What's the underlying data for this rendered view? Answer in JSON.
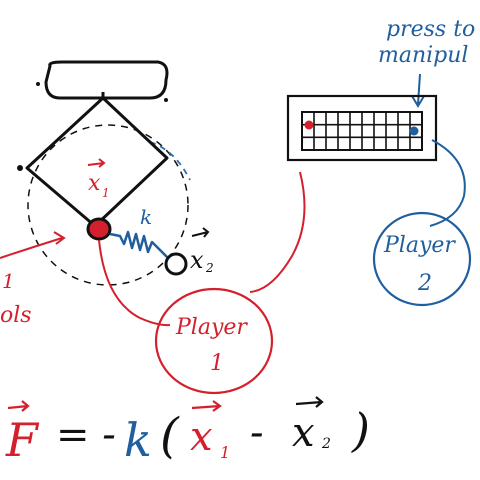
{
  "colors": {
    "ink": "#111111",
    "red": "#d4202c",
    "blue": "#1f5f9e",
    "dashed_blue": "#2a6fb0"
  },
  "labels": {
    "press_line1": "press to",
    "press_line2": "manipul",
    "x1": "x",
    "x1_sub": "1",
    "x2": "x",
    "x2_sub": "2",
    "k": "k",
    "player1_line1": "Player",
    "player1_line2": "1",
    "player2_line1": "Player",
    "player2_line2": "2",
    "left_partial_1": "1",
    "left_partial_2": "ols"
  },
  "equation": {
    "F": "F",
    "eq": "= -",
    "k": "k",
    "lparen": "(",
    "x1": "x",
    "x1_sub": "1",
    "minus": "-",
    "x2": "x",
    "x2_sub": "2",
    "rparen": ")"
  },
  "keyboard": {
    "rows": 3,
    "cols": 10,
    "red_key": {
      "row": 1,
      "col": 0
    },
    "blue_key": {
      "row": 1,
      "col": 9
    }
  }
}
